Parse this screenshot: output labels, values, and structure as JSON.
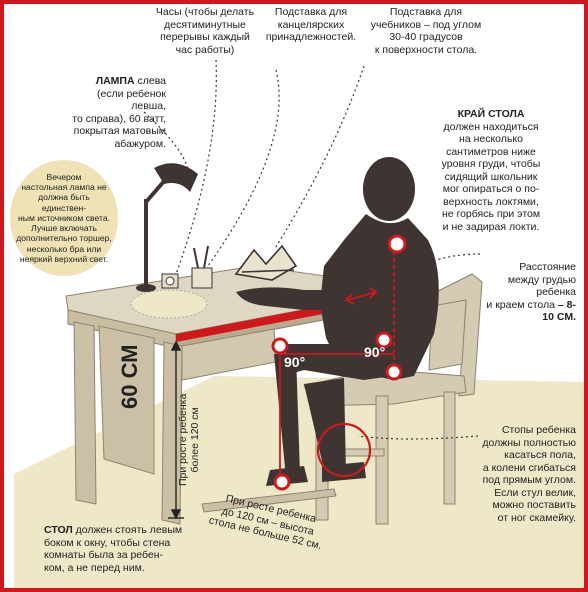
{
  "labels": {
    "clock": "Часы (чтобы делать\nдесятиминутные\nперерывы каждый\nчас работы)",
    "stationery": "Подставка для\nканцелярских\nпринадлежностей.",
    "book_stand": "Подставка для\nучебников – под углом\n30-40 градусов\nк поверхности стола.",
    "lamp_title": "ЛАМПА",
    "lamp_text": " слева\n(если ребенок левша,\nто справа), 60 ватт,\nпокрытая матовым\nабажуром.",
    "evening": "Вечером\nнастольная лампа не\nдолжна быть единствен-\nным источником света.\nЛучше включать\nдополнительно торшер,\nнесколько бра или\nнеяркий верхний свет.",
    "edge_title": "КРАЙ СТОЛА",
    "edge_text": "должен находиться\nна несколько\nсантиметров ниже\nуровня груди, чтобы\nсидящий школьник\nмог опираться о по-\nверхность локтями,\nне горбясь при этом\nи не задирая локти.",
    "distance_text": "Расстояние\nмежду грудью\nребенка\nи краем стола",
    "distance_value": "– 8-10 СМ.",
    "feet": "Стопы ребенка\nдолжны полностью\nкасаться пола,\nа колени сгибаться\nпод прямым углом.\nЕсли стул велик,\nможно поставить\nот ног скамейку.",
    "height_value": "60 СМ",
    "height_note": "При росте ребенка\nболее 120 см",
    "desk_note": "При росте ребенка\nдо 120 см – высота\nстола  не больше 52 см.",
    "desk_title": "СТОЛ",
    "desk_text": " должен стоять левым\nбоком к окну, чтобы стена\nкомнаты была за ребен-\nком, а не перед ним.",
    "angle_1": "90°",
    "angle_2": "90°"
  },
  "colors": {
    "accent_red": "#d0171b",
    "silhouette": "#3e3431",
    "desk_top": "#ded7c4",
    "desk_legs": "#cbc0a5",
    "chair": "#d4cbb2",
    "floor": "#eee8c8",
    "bubble": "#efe2b5"
  }
}
